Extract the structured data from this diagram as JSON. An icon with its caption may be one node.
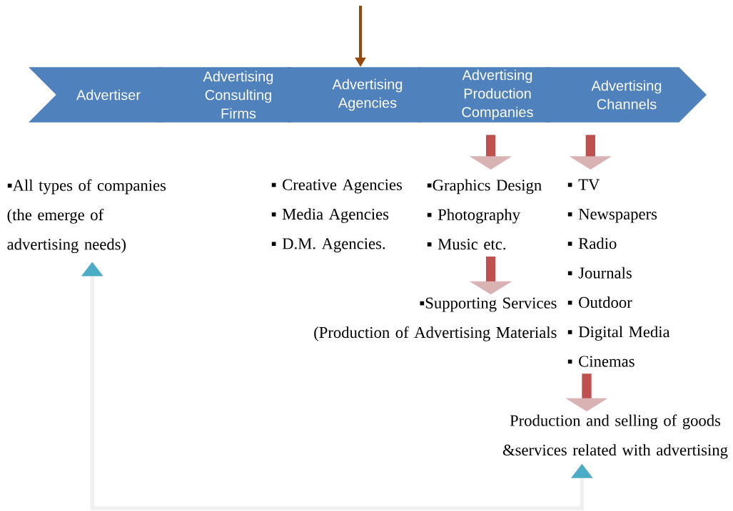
{
  "diagram": {
    "nodes": [
      {
        "text": [
          "Advertiser"
        ]
      },
      {
        "text": [
          "Advertising Consulting Firms"
        ]
      },
      {
        "text": [
          "Advertising Agencies"
        ]
      },
      {
        "text": [
          "Advertising Production Companies"
        ]
      },
      {
        "text": [
          "Advertising Channels"
        ]
      },
      {
        "text": [
          "▪All types of companies (the emerge of advertising needs)"
        ]
      },
      {
        "text": [
          "▪ Creative Agencies",
          "▪ Media Agencies",
          "▪ D.M. Agencies."
        ]
      },
      {
        "text": [
          "▪Graphics Design",
          "▪ Photography",
          "▪ Music etc."
        ]
      },
      {
        "text": [
          "▪ TV",
          "▪ Newspapers",
          "▪ Radio",
          "▪ Journals",
          "▪ Outdoor",
          "▪ Digital Media",
          "▪ Cinemas"
        ]
      },
      {
        "text": [
          "▪Supporting Services",
          "(Production of Advertising Materials"
        ]
      },
      {
        "text": [
          "Production and selling of goods &services related with advertising"
        ]
      }
    ],
    "edges": [
      {
        "from": null,
        "to": 2,
        "arrow": "to",
        "color": "#984807"
      },
      {
        "from": 3,
        "to": 7,
        "arrow": "to"
      },
      {
        "from": 4,
        "to": 8,
        "arrow": "to"
      },
      {
        "from": 7,
        "to": 9,
        "arrow": "to"
      },
      {
        "from": 8,
        "to": 10,
        "arrow": "to"
      },
      {
        "from": 10,
        "to": 5,
        "arrow": "both",
        "color": "#f0f0f0"
      }
    ]
  }
}
